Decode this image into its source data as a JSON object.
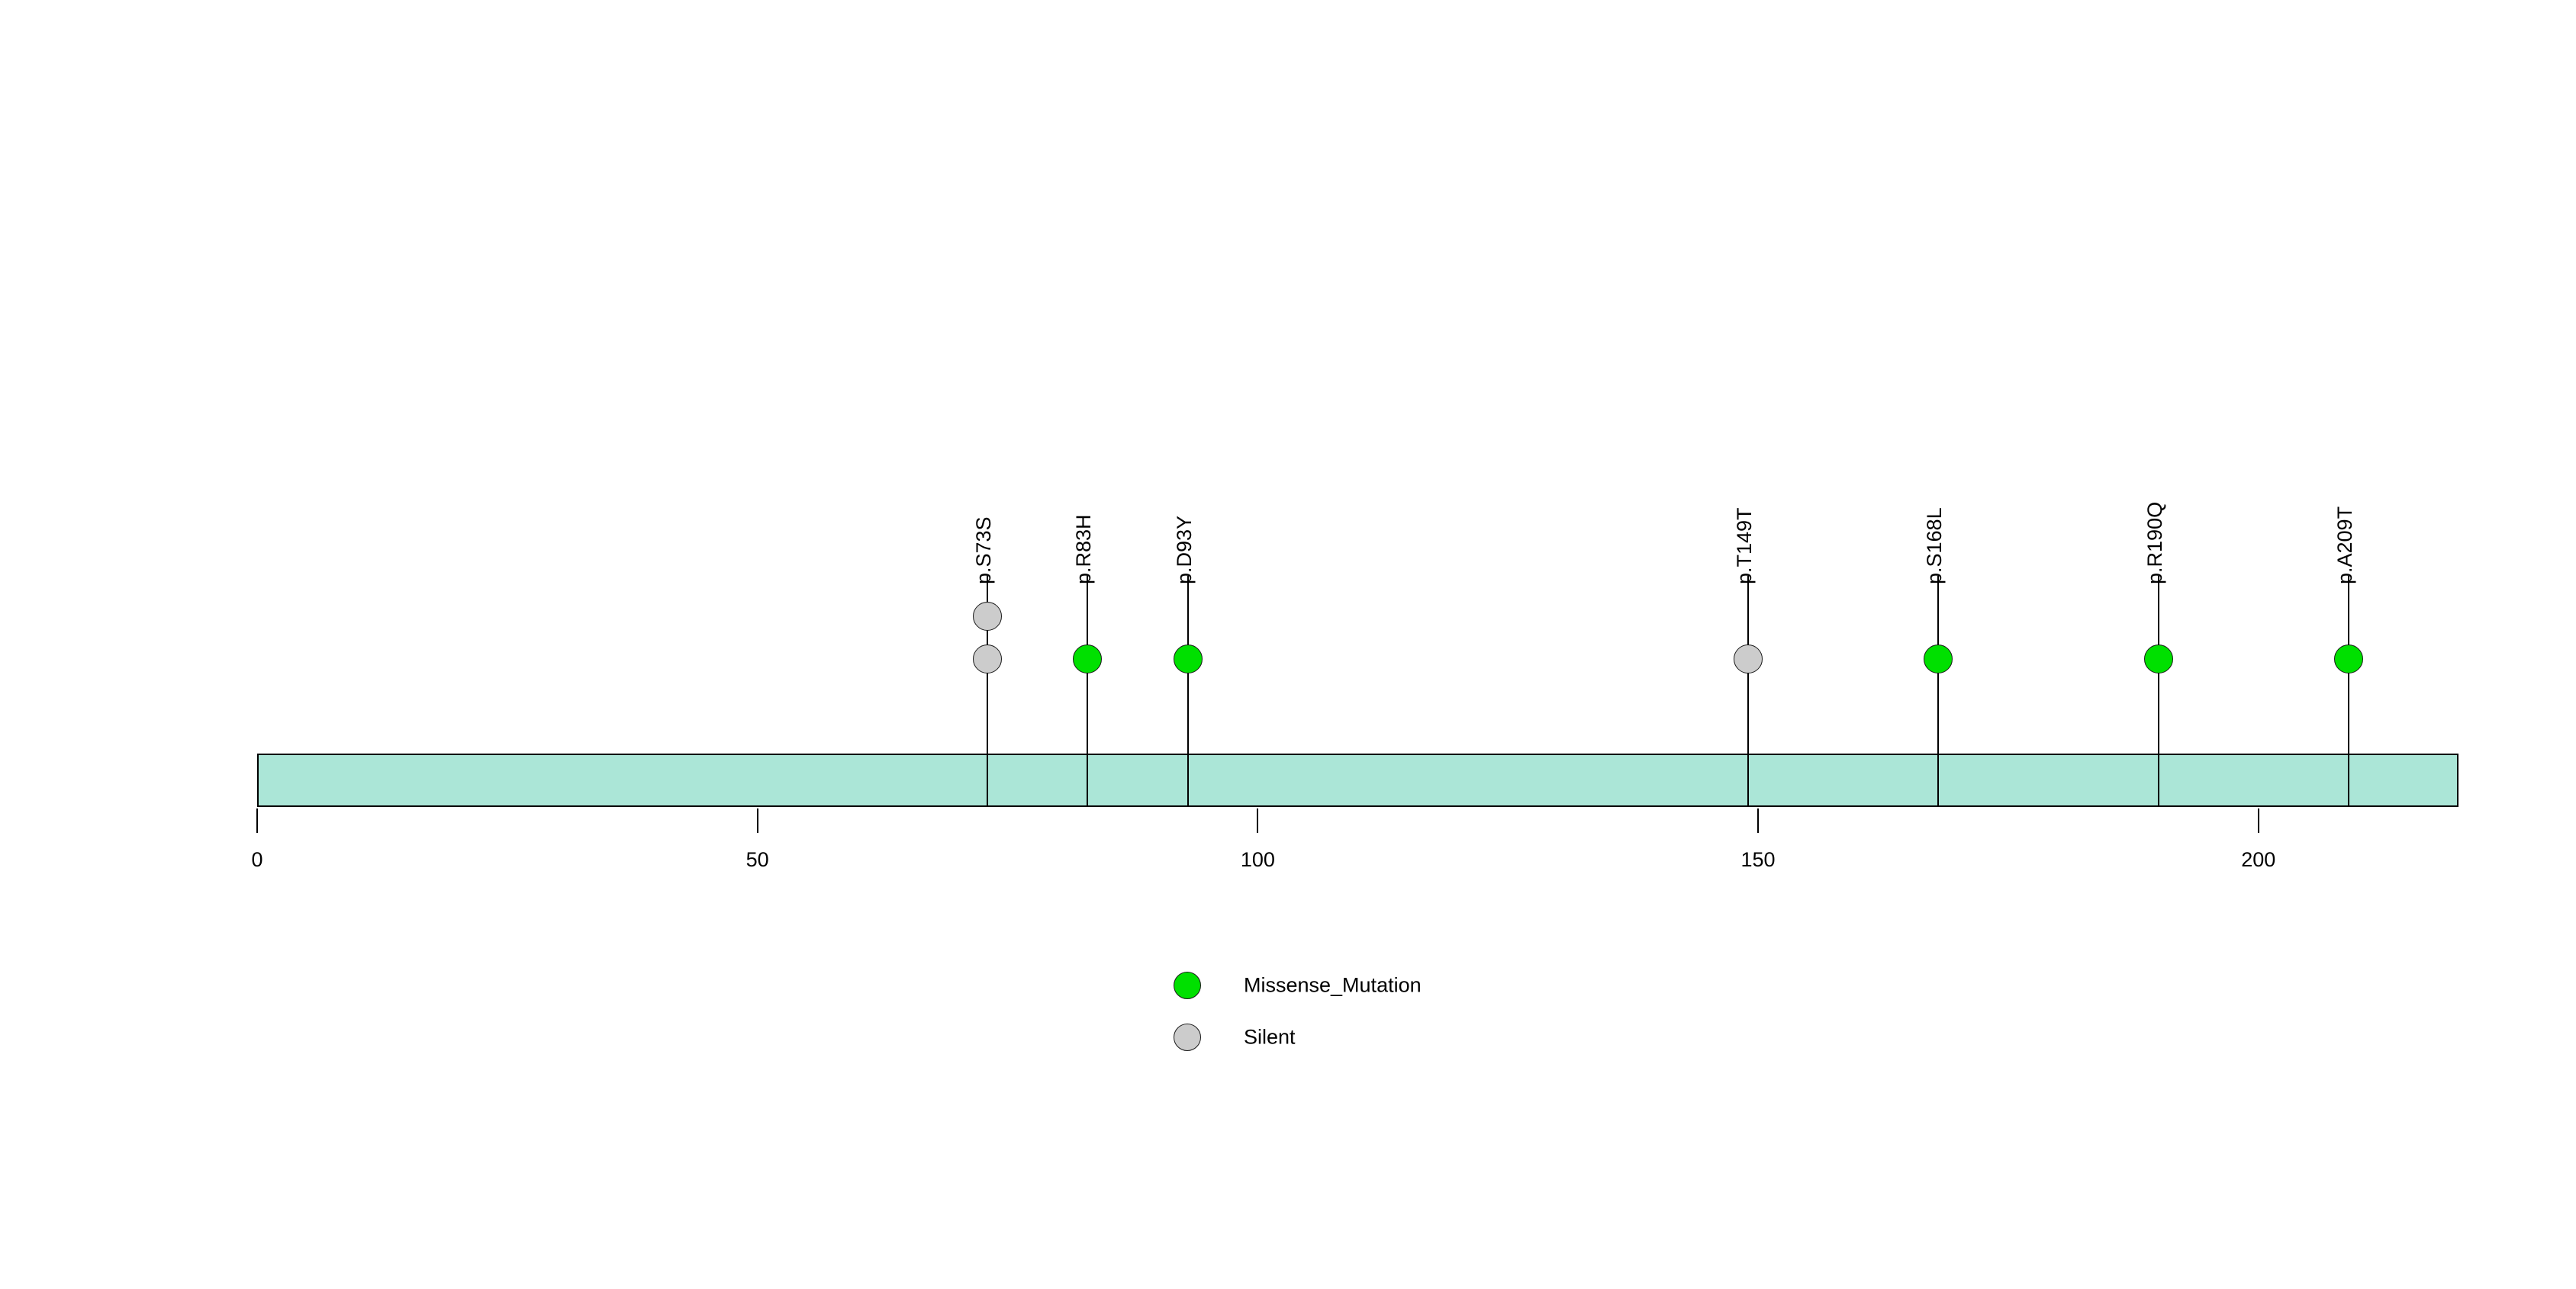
{
  "chart_data": {
    "type": "lollipop",
    "title": "",
    "subtitle": "",
    "xlabel": "",
    "ylabel": "",
    "xlim": [
      0,
      220
    ],
    "grid": false,
    "legend_position": "bottom-center",
    "protein_domain": {
      "name": "protein-backbone",
      "start": 0,
      "end": 220,
      "color": "#ABE6D7",
      "border_color": "#000000"
    },
    "axis": {
      "ticks": [
        0,
        50,
        100,
        150,
        200
      ],
      "tick_labels": [
        "0",
        "50",
        "100",
        "150",
        "200"
      ]
    },
    "mutations": [
      {
        "label": "p.S73S",
        "position": 73,
        "count": 2,
        "type": "Silent",
        "color": "#CCCCCC"
      },
      {
        "label": "p.R83H",
        "position": 83,
        "count": 1,
        "type": "Missense_Mutation",
        "color": "#00E000"
      },
      {
        "label": "p.D93Y",
        "position": 93,
        "count": 1,
        "type": "Missense_Mutation",
        "color": "#00E000"
      },
      {
        "label": "p.T149T",
        "position": 149,
        "count": 1,
        "type": "Silent",
        "color": "#CCCCCC"
      },
      {
        "label": "p.S168L",
        "position": 168,
        "count": 1,
        "type": "Missense_Mutation",
        "color": "#00E000"
      },
      {
        "label": "p.R190Q",
        "position": 190,
        "count": 1,
        "type": "Missense_Mutation",
        "color": "#00E000"
      },
      {
        "label": "p.A209T",
        "position": 209,
        "count": 1,
        "type": "Missense_Mutation",
        "color": "#00E000"
      }
    ],
    "legend": [
      {
        "label": "Missense_Mutation",
        "color": "#00E000"
      },
      {
        "label": "Silent",
        "color": "#CCCCCC"
      }
    ]
  },
  "colors": {
    "missense": "#00E000",
    "silent": "#CCCCCC",
    "domain": "#ABE6D7",
    "outline": "#000000",
    "background": "#FFFFFF"
  }
}
